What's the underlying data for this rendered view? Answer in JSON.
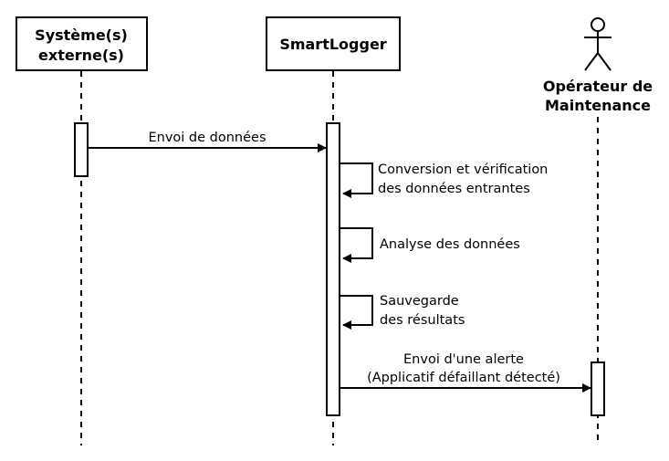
{
  "participants": {
    "external": {
      "line1": "Système(s)",
      "line2": "externe(s)"
    },
    "smartlogger": {
      "label": "SmartLogger"
    },
    "operator": {
      "line1": "Opérateur de",
      "line2": "Maintenance"
    }
  },
  "messages": {
    "send_data": "Envoi de données",
    "conversion_line1": "Conversion et vérification",
    "conversion_line2": "des données entrantes",
    "analysis": "Analyse des données",
    "save_line1": "Sauvegarde",
    "save_line2": "des résultats",
    "alert_line1": "Envoi d'une alerte",
    "alert_line2": "(Applicatif défaillant détecté)"
  }
}
